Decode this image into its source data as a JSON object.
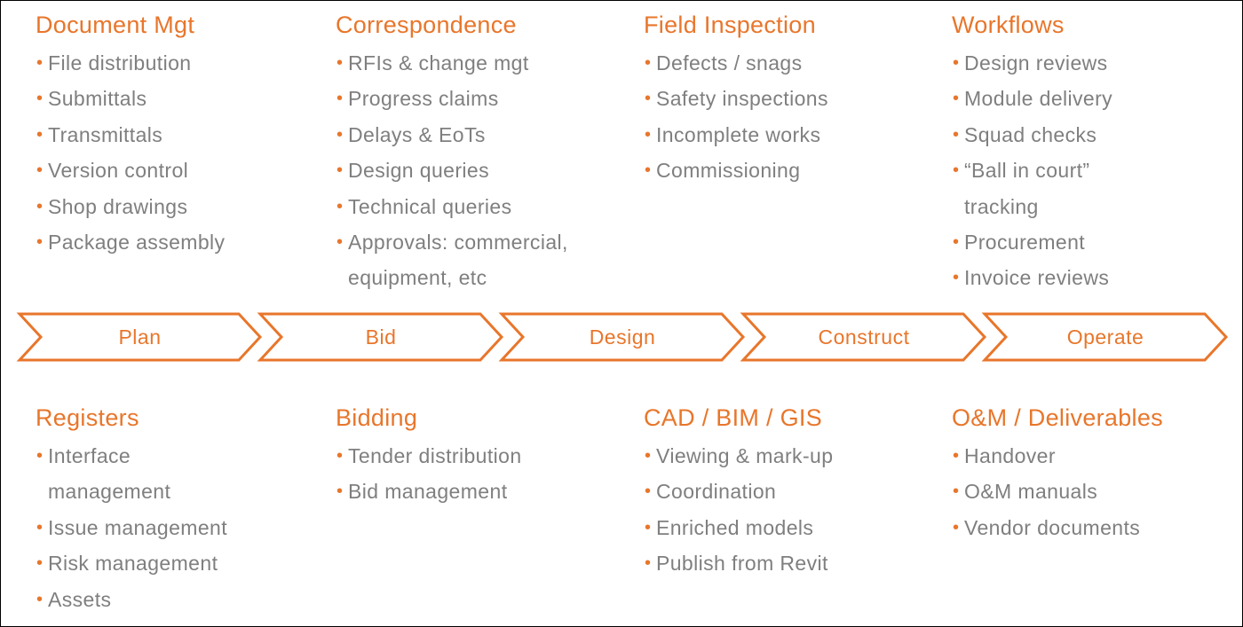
{
  "colors": {
    "accent": "#E8762B",
    "text": "#7F7F7F",
    "border": "#000000"
  },
  "top_groups": [
    {
      "title": "Document Mgt",
      "items": [
        "File distribution",
        "Submittals",
        "Transmittals",
        "Version control",
        "Shop drawings",
        "Package assembly"
      ]
    },
    {
      "title": "Correspondence",
      "items": [
        "RFIs & change mgt",
        "Progress claims",
        "Delays & EoTs",
        "Design queries",
        "Technical queries",
        "Approvals: commercial, equipment, etc"
      ]
    },
    {
      "title": "Field Inspection",
      "items": [
        "Defects / snags",
        "Safety inspections",
        "Incomplete works",
        "Commissioning"
      ]
    },
    {
      "title": "Workflows",
      "items": [
        "Design reviews",
        "Module delivery",
        "Squad checks",
        "“Ball in court” tracking",
        "Procurement",
        "Invoice reviews"
      ]
    }
  ],
  "stages": [
    "Plan",
    "Bid",
    "Design",
    "Construct",
    "Operate"
  ],
  "bottom_groups": [
    {
      "title": "Registers",
      "items": [
        "Interface management",
        "Issue management",
        "Risk management",
        "Assets"
      ]
    },
    {
      "title": "Bidding",
      "items": [
        "Tender distribution",
        "Bid management"
      ]
    },
    {
      "title": "CAD / BIM / GIS",
      "items": [
        "Viewing & mark-up",
        "Coordination",
        "Enriched models",
        "Publish from Revit"
      ]
    },
    {
      "title": "O&M / Deliverables",
      "items": [
        "Handover",
        "O&M manuals",
        "Vendor documents"
      ]
    }
  ]
}
